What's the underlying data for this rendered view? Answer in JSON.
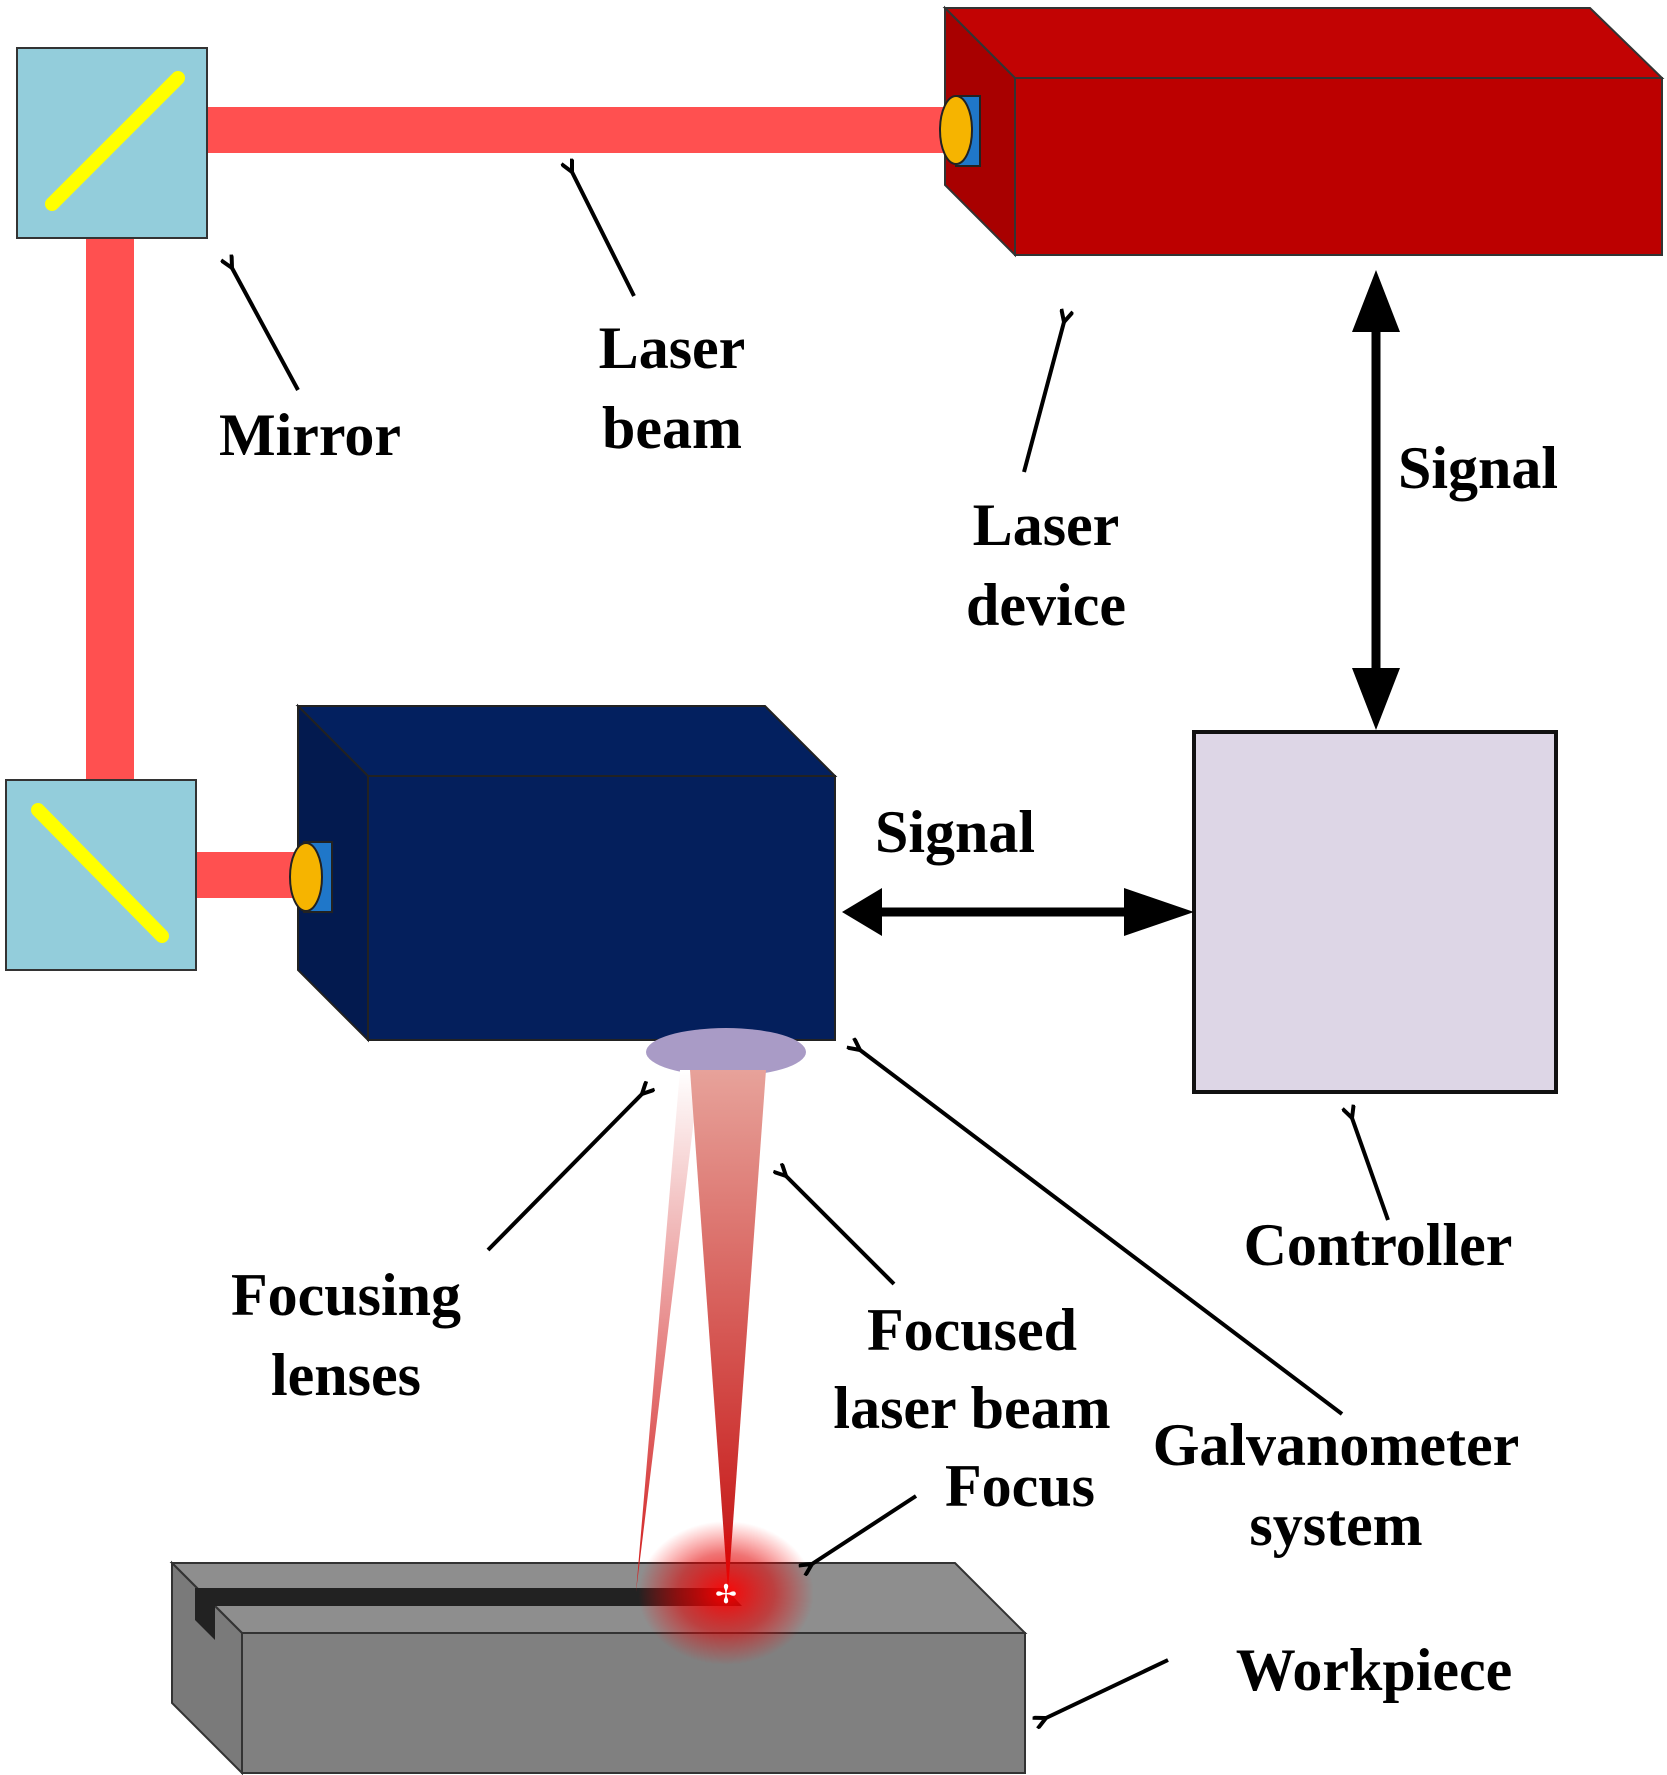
{
  "labels": {
    "mirror": "Mirror",
    "laser_beam_1": "Laser",
    "laser_beam_2": "beam",
    "laser_device_1": "Laser",
    "laser_device_2": "device",
    "signal_vertical": "Signal",
    "signal_horizontal": "Signal",
    "controller": "Controller",
    "focusing_lenses_1": "Focusing",
    "focusing_lenses_2": "lenses",
    "focused_beam_1": "Focused",
    "focused_beam_2": "laser beam",
    "focus": "Focus",
    "galvanometer_1": "Galvanometer",
    "galvanometer_2": "system",
    "workpiece": "Workpiece"
  },
  "colors": {
    "laser_device_front": "#BC0000",
    "laser_device_top": "#C20303",
    "beam": "#FF5050",
    "mirror_box": "#93CDDB",
    "mirror_glass": "#FFFF00",
    "galvo_front": "#041F5C",
    "galvo_side": "#031A4F",
    "controller_fill": "#DDD6E6",
    "lens": "#A99BC6",
    "workpiece_front": "#808080",
    "workpiece_top": "#8E8E8E",
    "port_blue": "#1F77C9",
    "port_orange": "#F6B400"
  }
}
